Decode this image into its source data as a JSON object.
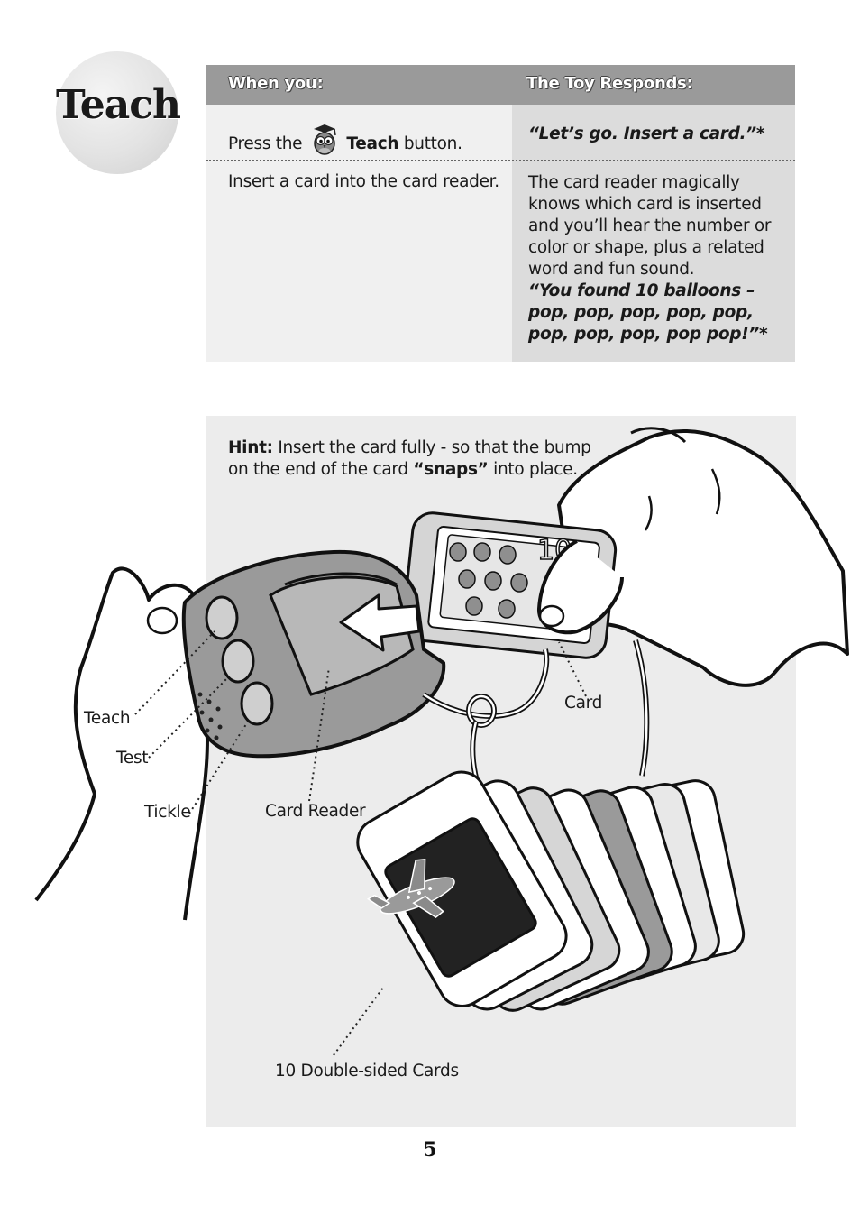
{
  "section": {
    "title": "Teach"
  },
  "table": {
    "header": {
      "col1": "When you:",
      "col2": "The Toy Responds:"
    },
    "row1": {
      "action_prefix": "Press the",
      "action_bold": "Teach",
      "action_suffix": "button.",
      "response": "“Let’s go. Insert a card.”*"
    },
    "row2": {
      "action": "Insert a card into the card reader.",
      "response_lines": [
        "The card reader magically",
        "knows which card is inserted",
        "and you’ll hear the number or",
        "color or shape, plus a related",
        "word and fun sound."
      ],
      "response_quote_lines": [
        "“You found 10 balloons –",
        "pop, pop, pop, pop, pop,",
        "pop, pop, pop, pop pop!”*"
      ]
    }
  },
  "hint": {
    "label": "Hint:",
    "text1": "Insert the card fully - so that the bump",
    "text2": "on the end of the card",
    "snaps": "“snaps”",
    "text3": "into place."
  },
  "labels": {
    "teach": "Teach",
    "test": "Test",
    "tickle": "Tickle",
    "card_reader": "Card Reader",
    "card": "Card",
    "cards": "10 Double-sided Cards",
    "card_number": "10"
  },
  "page_number": "5"
}
